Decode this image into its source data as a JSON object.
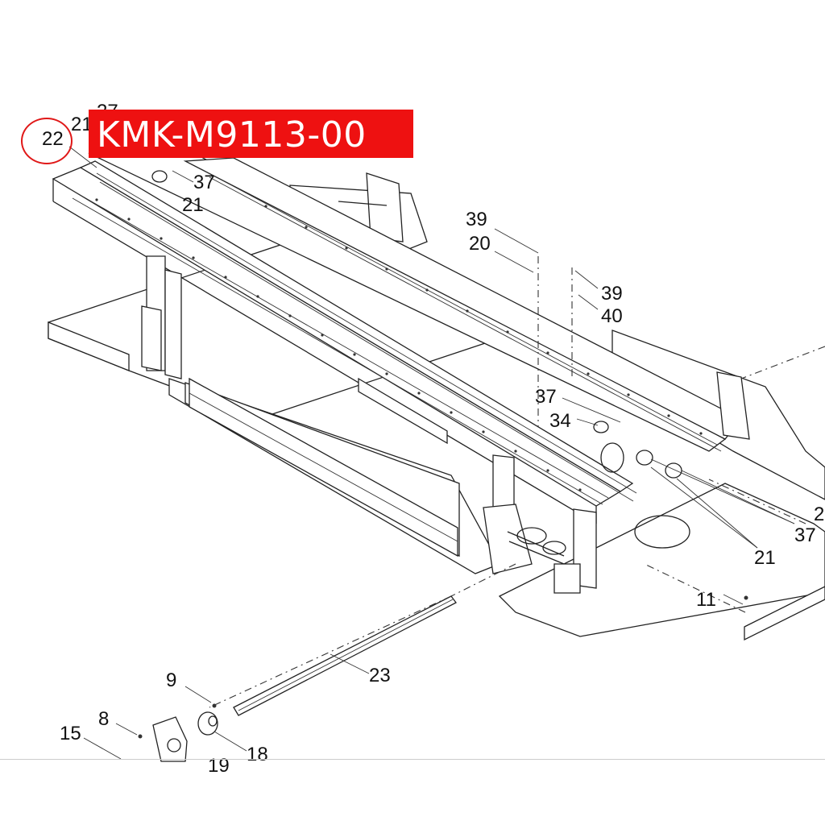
{
  "part_number": "KMK-M9113-00",
  "highlight_color": "#e01818",
  "banner_color": "#ee1111",
  "callouts": {
    "c22": "22",
    "c27": "27",
    "c21_top_cut": "21",
    "c37_top": "37",
    "c21_top": "21",
    "c39_a": "39",
    "c20": "20",
    "c39_b": "39",
    "c40": "40",
    "c37_mid": "37",
    "c34": "34",
    "c2_right": "2",
    "c37_right": "37",
    "c21_right": "21",
    "c11": "11",
    "c23": "23",
    "c9": "9",
    "c8": "8",
    "c15": "15",
    "c18": "18",
    "c19_cut": "19"
  }
}
